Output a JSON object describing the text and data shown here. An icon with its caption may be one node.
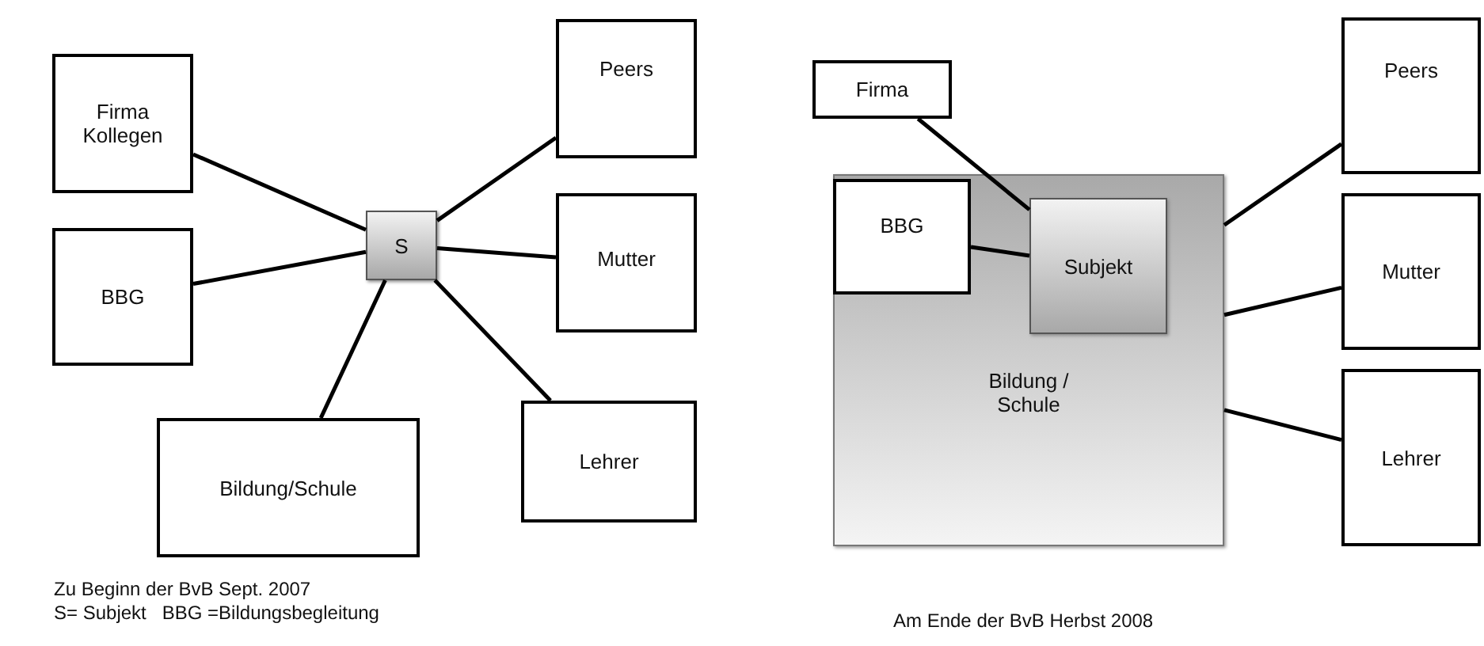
{
  "diagram": {
    "nodes": [
      {
        "text": [
          "Firma Kollegen"
        ]
      },
      {
        "text": [
          "BBG"
        ]
      },
      {
        "text": [
          "S"
        ]
      },
      {
        "text": [
          "Bildung/Schule"
        ]
      },
      {
        "text": [
          "Peers"
        ]
      },
      {
        "text": [
          "Mutter"
        ]
      },
      {
        "text": [
          "Lehrer"
        ]
      },
      {
        "text": [
          "Firma"
        ]
      },
      {
        "text": [
          "Bildung / Schule"
        ]
      },
      {
        "text": [
          "BBG"
        ],
        "in": 8
      },
      {
        "text": [
          "Subjekt"
        ],
        "in": 8
      },
      {
        "text": [
          "Peers"
        ]
      },
      {
        "text": [
          "Mutter"
        ]
      },
      {
        "text": [
          "Lehrer"
        ]
      }
    ],
    "edges": [
      {
        "from": 0,
        "to": 2,
        "arrow": "none"
      },
      {
        "from": 1,
        "to": 2,
        "arrow": "none"
      },
      {
        "from": 2,
        "to": 3,
        "arrow": "none"
      },
      {
        "from": 2,
        "to": 4,
        "arrow": "none"
      },
      {
        "from": 2,
        "to": 5,
        "arrow": "none"
      },
      {
        "from": 2,
        "to": 6,
        "arrow": "none"
      },
      {
        "from": 7,
        "to": 10,
        "arrow": "none"
      },
      {
        "from": 9,
        "to": 10,
        "arrow": "none"
      },
      {
        "from": 8,
        "to": 11,
        "arrow": "none"
      },
      {
        "from": 8,
        "to": 12,
        "arrow": "none"
      },
      {
        "from": 8,
        "to": 13,
        "arrow": "none"
      }
    ],
    "labels": [
      "Zu Beginn der BvB Sept. 2007",
      "S= Subjekt   BBG =Bildungsbegleitung",
      "Am Ende der BvB Herbst 2008"
    ]
  }
}
